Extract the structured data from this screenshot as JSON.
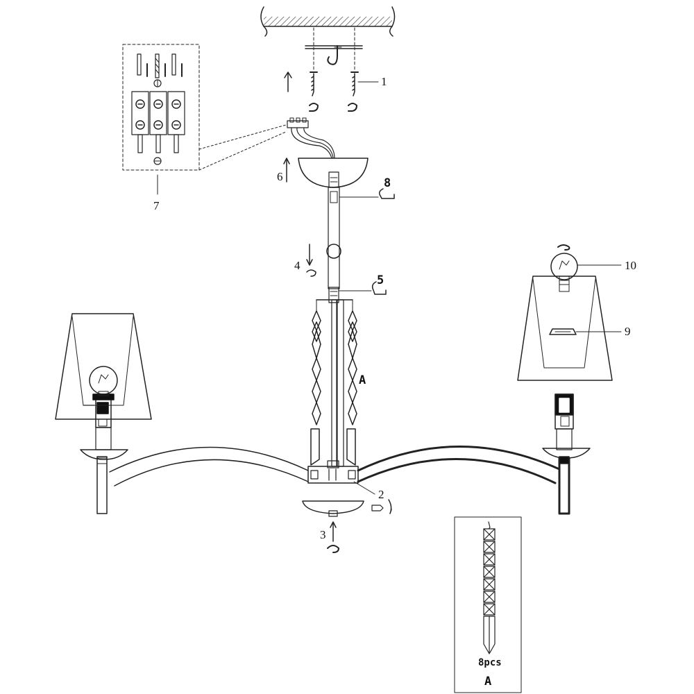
{
  "diagram": {
    "callouts": {
      "c1": "1",
      "c2": "2",
      "c3": "3",
      "c4": "4",
      "c5": "5",
      "c6": "6",
      "c7": "7",
      "c8": "8",
      "c9": "9",
      "c10": "10"
    },
    "crystal_label": "A",
    "detail_box": {
      "quantity": "8pcs",
      "label": "A"
    }
  }
}
